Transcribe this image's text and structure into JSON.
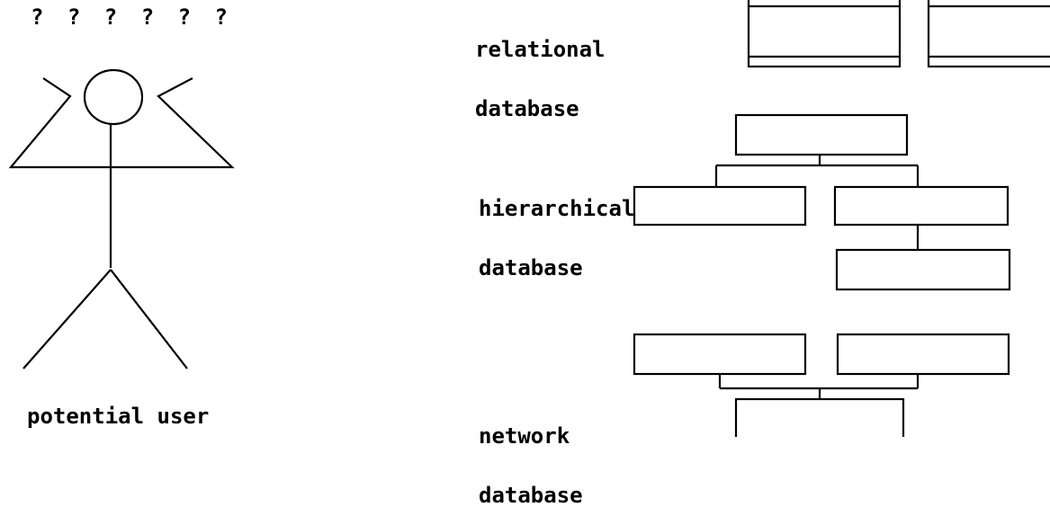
{
  "user_label": "potential user",
  "question_marks": "? ? ? ? ? ?",
  "relational": {
    "line1": "relational",
    "line2": "database"
  },
  "hierarchical": {
    "line1": "hierarchical",
    "line2": "database"
  },
  "network": {
    "line1": "network",
    "line2": "database"
  },
  "colors": {
    "ink": "#000000",
    "background": "#ffffff"
  }
}
